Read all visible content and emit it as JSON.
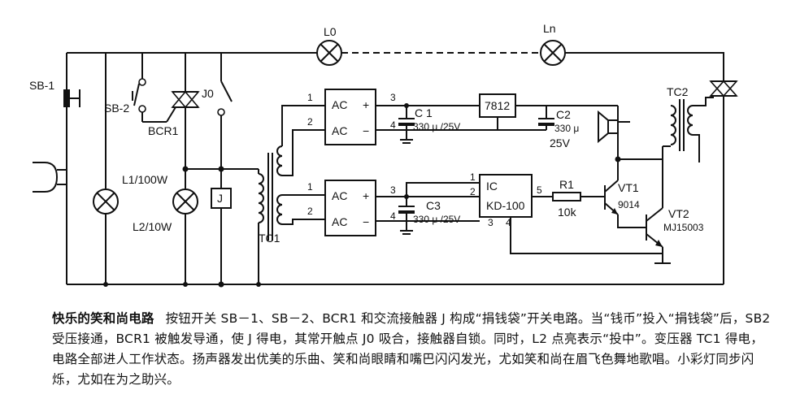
{
  "schematic": {
    "labels": {
      "sb1": "SB-1",
      "sb2": "SB-2",
      "bcr1": "BCR1",
      "j0": "J0",
      "relay": "J",
      "l1": "L1/100W",
      "l2": "L2/10W",
      "tc1": "TC1",
      "tc2": "TC2",
      "l0": "L0",
      "ln": "Ln",
      "ac": "AC",
      "plus": "+",
      "minus": "−",
      "pin1": "1",
      "pin2": "2",
      "pin3": "3",
      "pin4": "4",
      "pin5": "5",
      "c1": "C 1",
      "c1_val": "330 μ /25V",
      "c2": "C2",
      "c2_val1": "330 μ",
      "c2_val2": "25V",
      "c3": "C3",
      "c3_val": "330 μ /25V",
      "reg": "7812",
      "ic1": "IC",
      "ic2": "KD-100",
      "r1": "R1",
      "r1_val": "10k",
      "vt1": "VT1",
      "vt1_part": "9014",
      "vt2": "VT2",
      "vt2_part": "MJ15003"
    }
  },
  "caption": {
    "title": "快乐的笑和尚电路",
    "body": "按钮开关 SB－1、SB－2、BCR1 和交流接触器 J 构成“捐钱袋”开关电路。当“钱币”投入“捐钱袋”后，SB2 受压接通，BCR1 被触发导通，使 J 得电，其常开触点 J0 吸合，接触器自锁。同时，L2 点亮表示“投中”。变压器 TC1 得电，电路全部进人工作状态。扬声器发出优美的乐曲、笑和尚眼睛和嘴巴闪闪发光，尤如笑和尚在眉飞色舞地歌唱。小彩灯同步闪烁，尤如在为之助兴。"
  }
}
